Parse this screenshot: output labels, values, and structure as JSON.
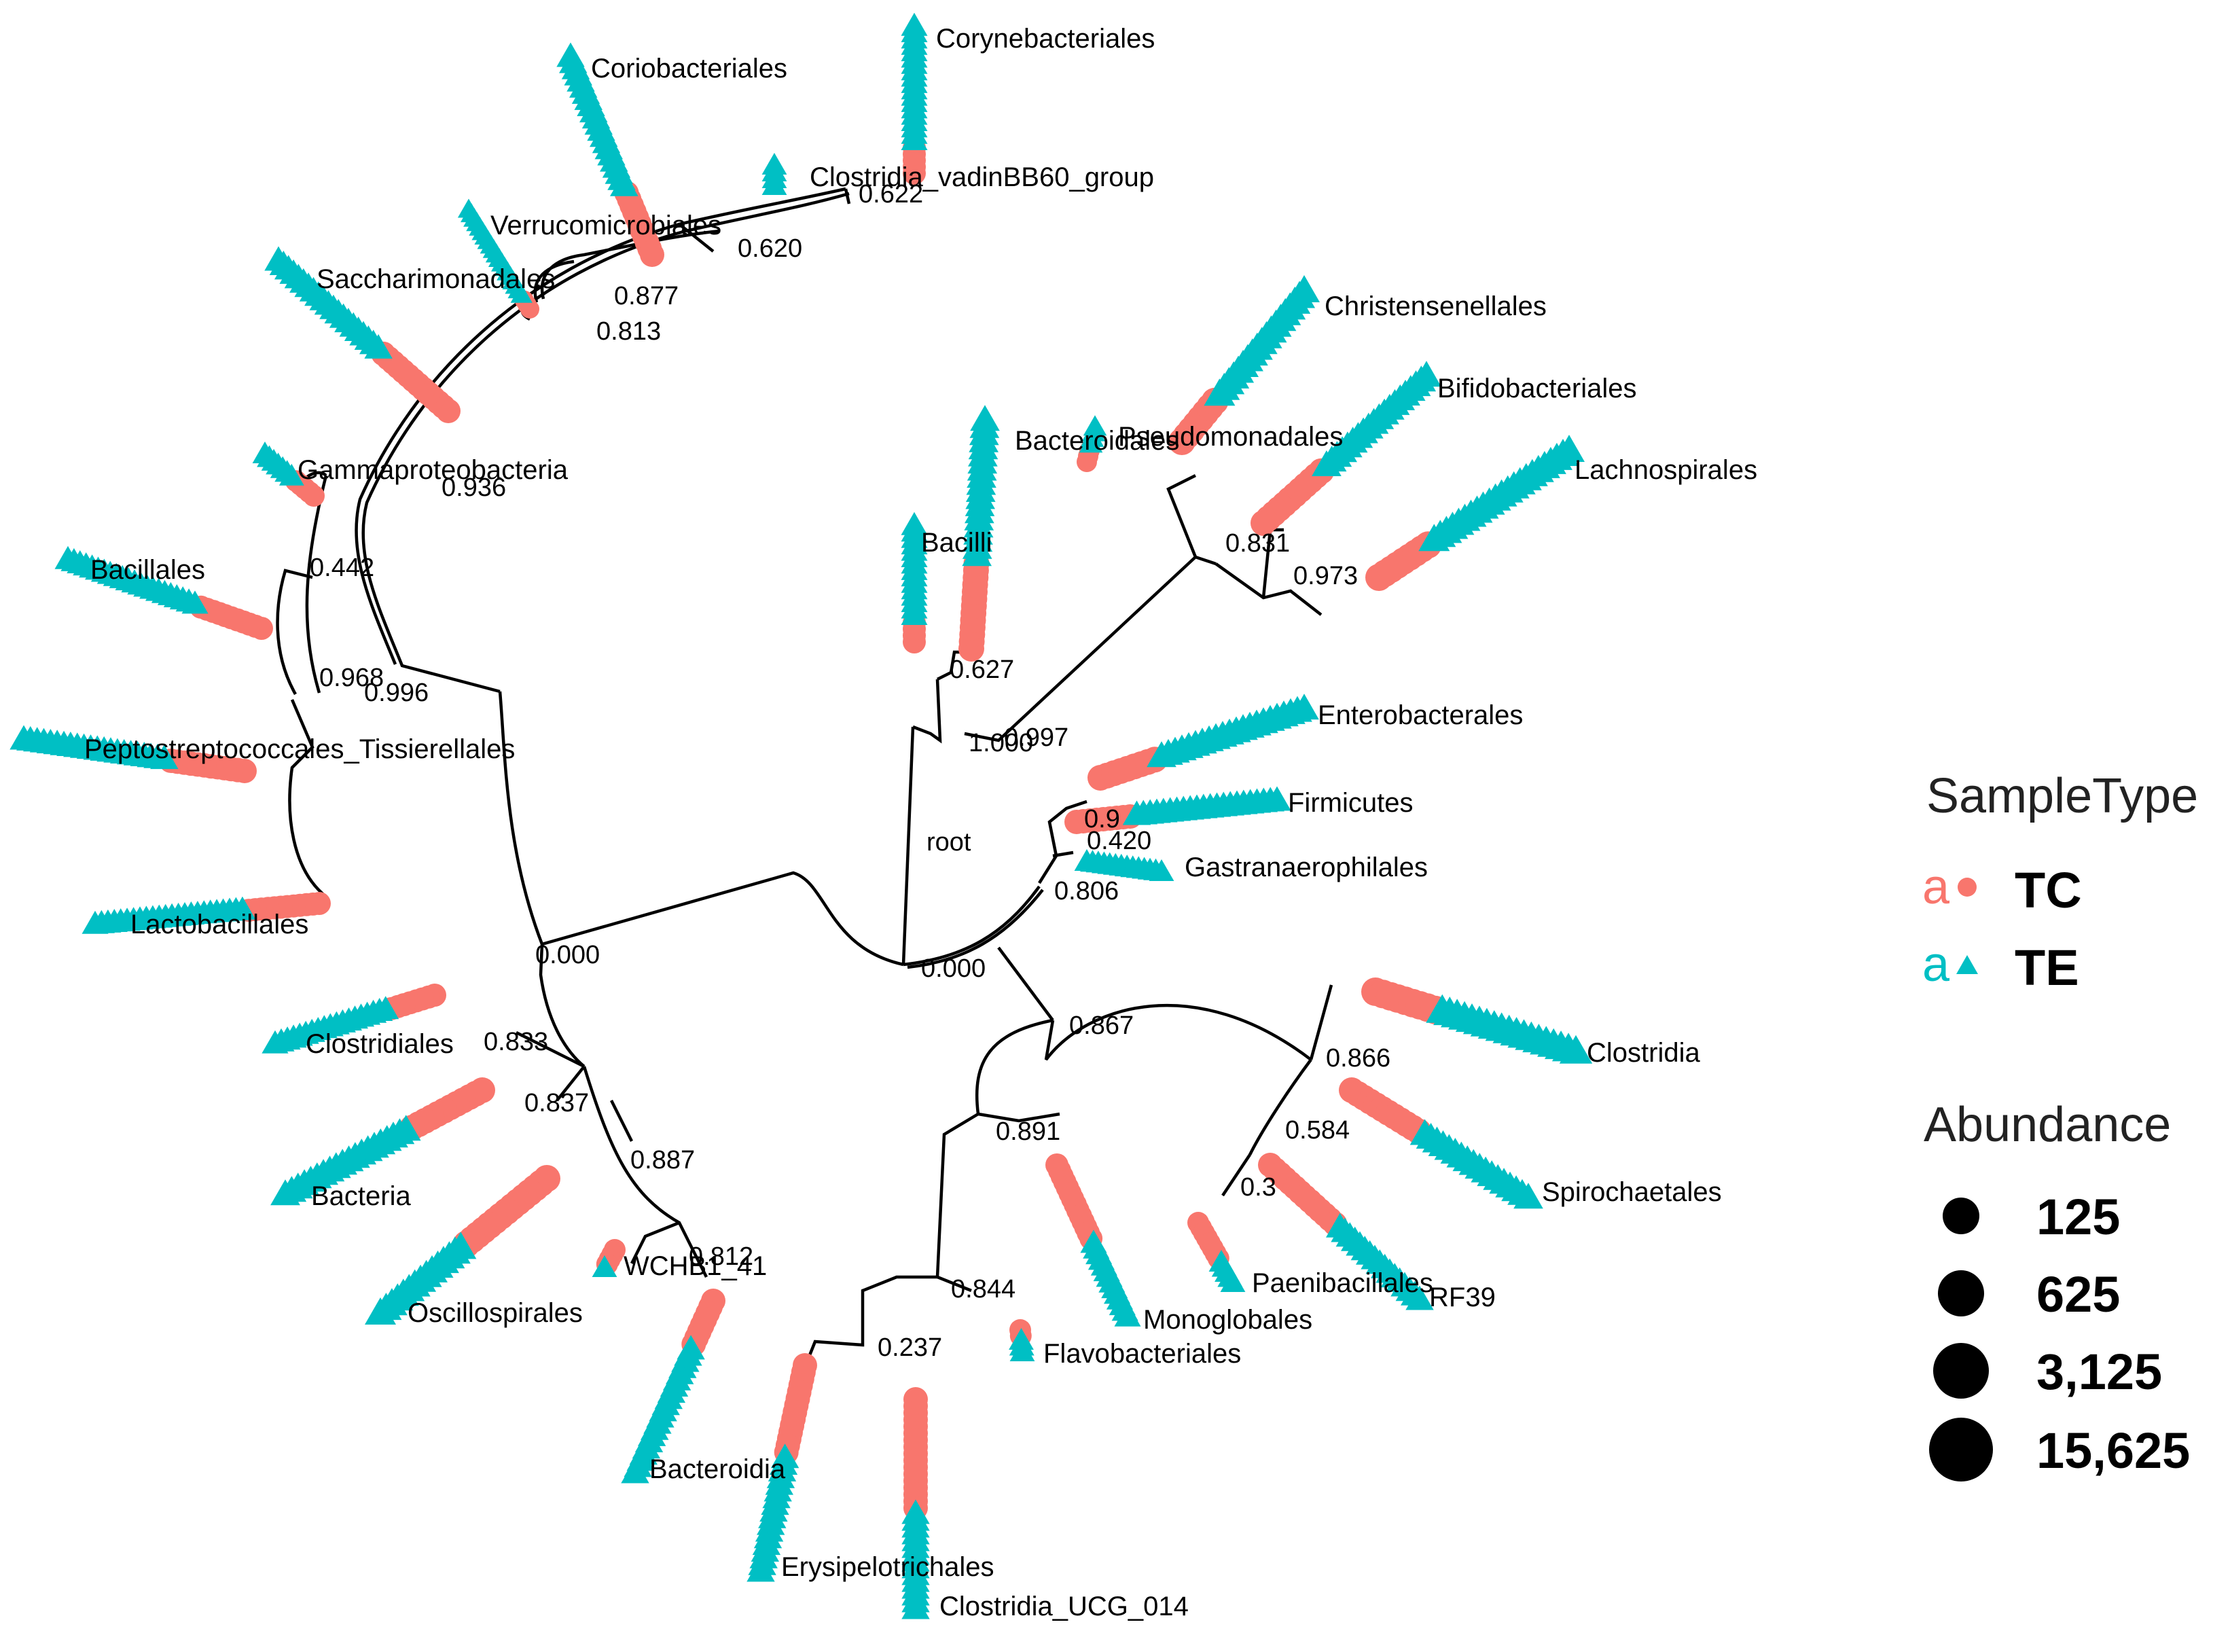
{
  "colors": {
    "TC": "#F8766D",
    "TE": "#00BFC4",
    "branch": "#000000"
  },
  "tip_labels": [
    "Corynebacteriales",
    "Clostridia_vadinBB60_group",
    "Coriobacteriales",
    "Verrucomicrobiales",
    "Saccharimonadales",
    "Gammaproteobacteria",
    "Bacillales",
    "Peptostreptococcales_Tissierellales",
    "Lactobacillales",
    "Clostridiales",
    "Bacteria",
    "Oscillospirales",
    "WCHB1_41",
    "Bacteroidia",
    "Erysipelotrichales",
    "Clostridia_UCG_014",
    "Flavobacteriales",
    "Monoglobales",
    "Paenibacillales",
    "RF39",
    "Spirochaetales",
    "Clostridia",
    "Gastranaerophilales",
    "Firmicutes",
    "Enterobacterales",
    "Lachnospirales",
    "Bifidobacteriales",
    "Christensenellales",
    "Pseudomonadales",
    "Bacteroidales",
    "Bacilli"
  ],
  "node_labels": [
    "0.622",
    "0.620",
    "0.877",
    "0.813",
    "0.936",
    "0.442",
    "0.968",
    "0.996",
    "0.000",
    "0.833",
    "0.837",
    "0.887",
    "0.812",
    "0.000",
    "0.867",
    "0.891",
    "0.844",
    "0.237",
    "0.866",
    "0.584",
    "0.3",
    "0.806",
    "0.420",
    "0.9",
    "0.627",
    "1.000",
    "0.997",
    "0.831",
    "0.973",
    "root"
  ],
  "legend": {
    "sample_type_title": "SampleType",
    "sample_types": [
      {
        "glyph": "a",
        "label": "TC",
        "shape": "circle",
        "color": "#F8766D"
      },
      {
        "glyph": "a",
        "label": "TE",
        "shape": "triangle",
        "color": "#00BFC4"
      }
    ],
    "abundance_title": "Abundance",
    "abundance_levels": [
      "125",
      "625",
      "3,125",
      "15,625"
    ]
  }
}
